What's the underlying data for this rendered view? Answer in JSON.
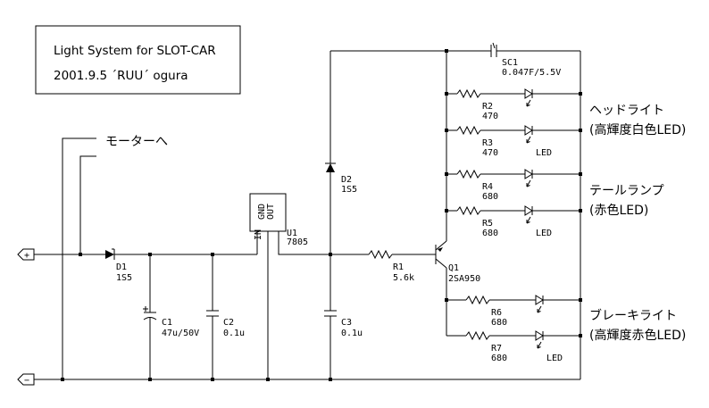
{
  "title_box": {
    "line1": "Light System for SLOT-CAR",
    "line2": "2001.9.5 ´RUU´ ogura"
  },
  "terminals": {
    "plus": "+",
    "minus": "−"
  },
  "motor_label": "モーターへ",
  "components": {
    "D1": {
      "ref": "D1",
      "value": "1S5"
    },
    "D2": {
      "ref": "D2",
      "value": "1S5"
    },
    "C1": {
      "ref": "C1",
      "value": "47u/50V"
    },
    "C2": {
      "ref": "C2",
      "value": "0.1u"
    },
    "C3": {
      "ref": "C3",
      "value": "0.1u"
    },
    "U1": {
      "ref": "U1",
      "value": "7805",
      "pin_out": "OUT",
      "pin_gnd": "GND",
      "pin_in": "IN"
    },
    "R1": {
      "ref": "R1",
      "value": "5.6k"
    },
    "Q1": {
      "ref": "Q1",
      "value": "2SA950"
    },
    "SC1": {
      "ref": "SC1",
      "value": "0.047F/5.5V"
    },
    "R2": {
      "ref": "R2",
      "value": "470"
    },
    "R3": {
      "ref": "R3",
      "value": "470"
    },
    "R4": {
      "ref": "R4",
      "value": "680"
    },
    "R5": {
      "ref": "R5",
      "value": "680"
    },
    "R6": {
      "ref": "R6",
      "value": "680"
    },
    "R7": {
      "ref": "R7",
      "value": "680"
    }
  },
  "led_label": "LED",
  "groups": {
    "headlight": {
      "name": "ヘッドライト",
      "desc": "(高輝度白色LED)"
    },
    "taillight": {
      "name": "テールランプ",
      "desc": "(赤色LED)"
    },
    "brakelight": {
      "name": "ブレーキライト",
      "desc": "(高輝度赤色LED)"
    }
  }
}
